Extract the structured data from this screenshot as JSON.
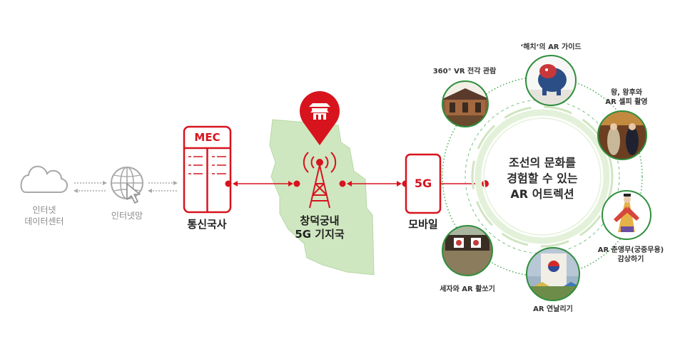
{
  "colors": {
    "red": "#d7141e",
    "green_line": "#3aa64a",
    "green_area": "#cfe7c0",
    "gray": "#a8a8a8"
  },
  "nodes": {
    "internet_dc": {
      "line1": "인터넷",
      "line2": "데이터센터",
      "icon": "cloud-icon"
    },
    "internet_net": {
      "label": "인터넷망",
      "icon": "globe-cursor-icon"
    },
    "mec": {
      "badge": "MEC",
      "label": "통신국사",
      "icon": "server-icon"
    },
    "base_station": {
      "line1": "창덕궁내",
      "line2": "5G 기지국",
      "icon": "antenna-tower-icon",
      "pin_icon": "palace-pin-icon"
    },
    "mobile": {
      "badge": "5G",
      "label": "모바일",
      "icon": "smartphone-icon"
    }
  },
  "ar": {
    "center_lines": [
      "조선의 문화를",
      "경험할 수 있는",
      "AR 어트렉션"
    ],
    "items": [
      {
        "lines": [
          "360° VR 전각 관람"
        ]
      },
      {
        "lines": [
          "‘해치’의 AR 가이드"
        ]
      },
      {
        "lines": [
          "왕, 왕후와",
          "AR 셀피 촬영"
        ]
      },
      {
        "lines": [
          "AR 춘앵무(궁중무용)",
          "감상하기"
        ]
      },
      {
        "lines": [
          "AR 연날리기"
        ]
      },
      {
        "lines": [
          "세자와 AR 활쏘기"
        ]
      }
    ]
  }
}
